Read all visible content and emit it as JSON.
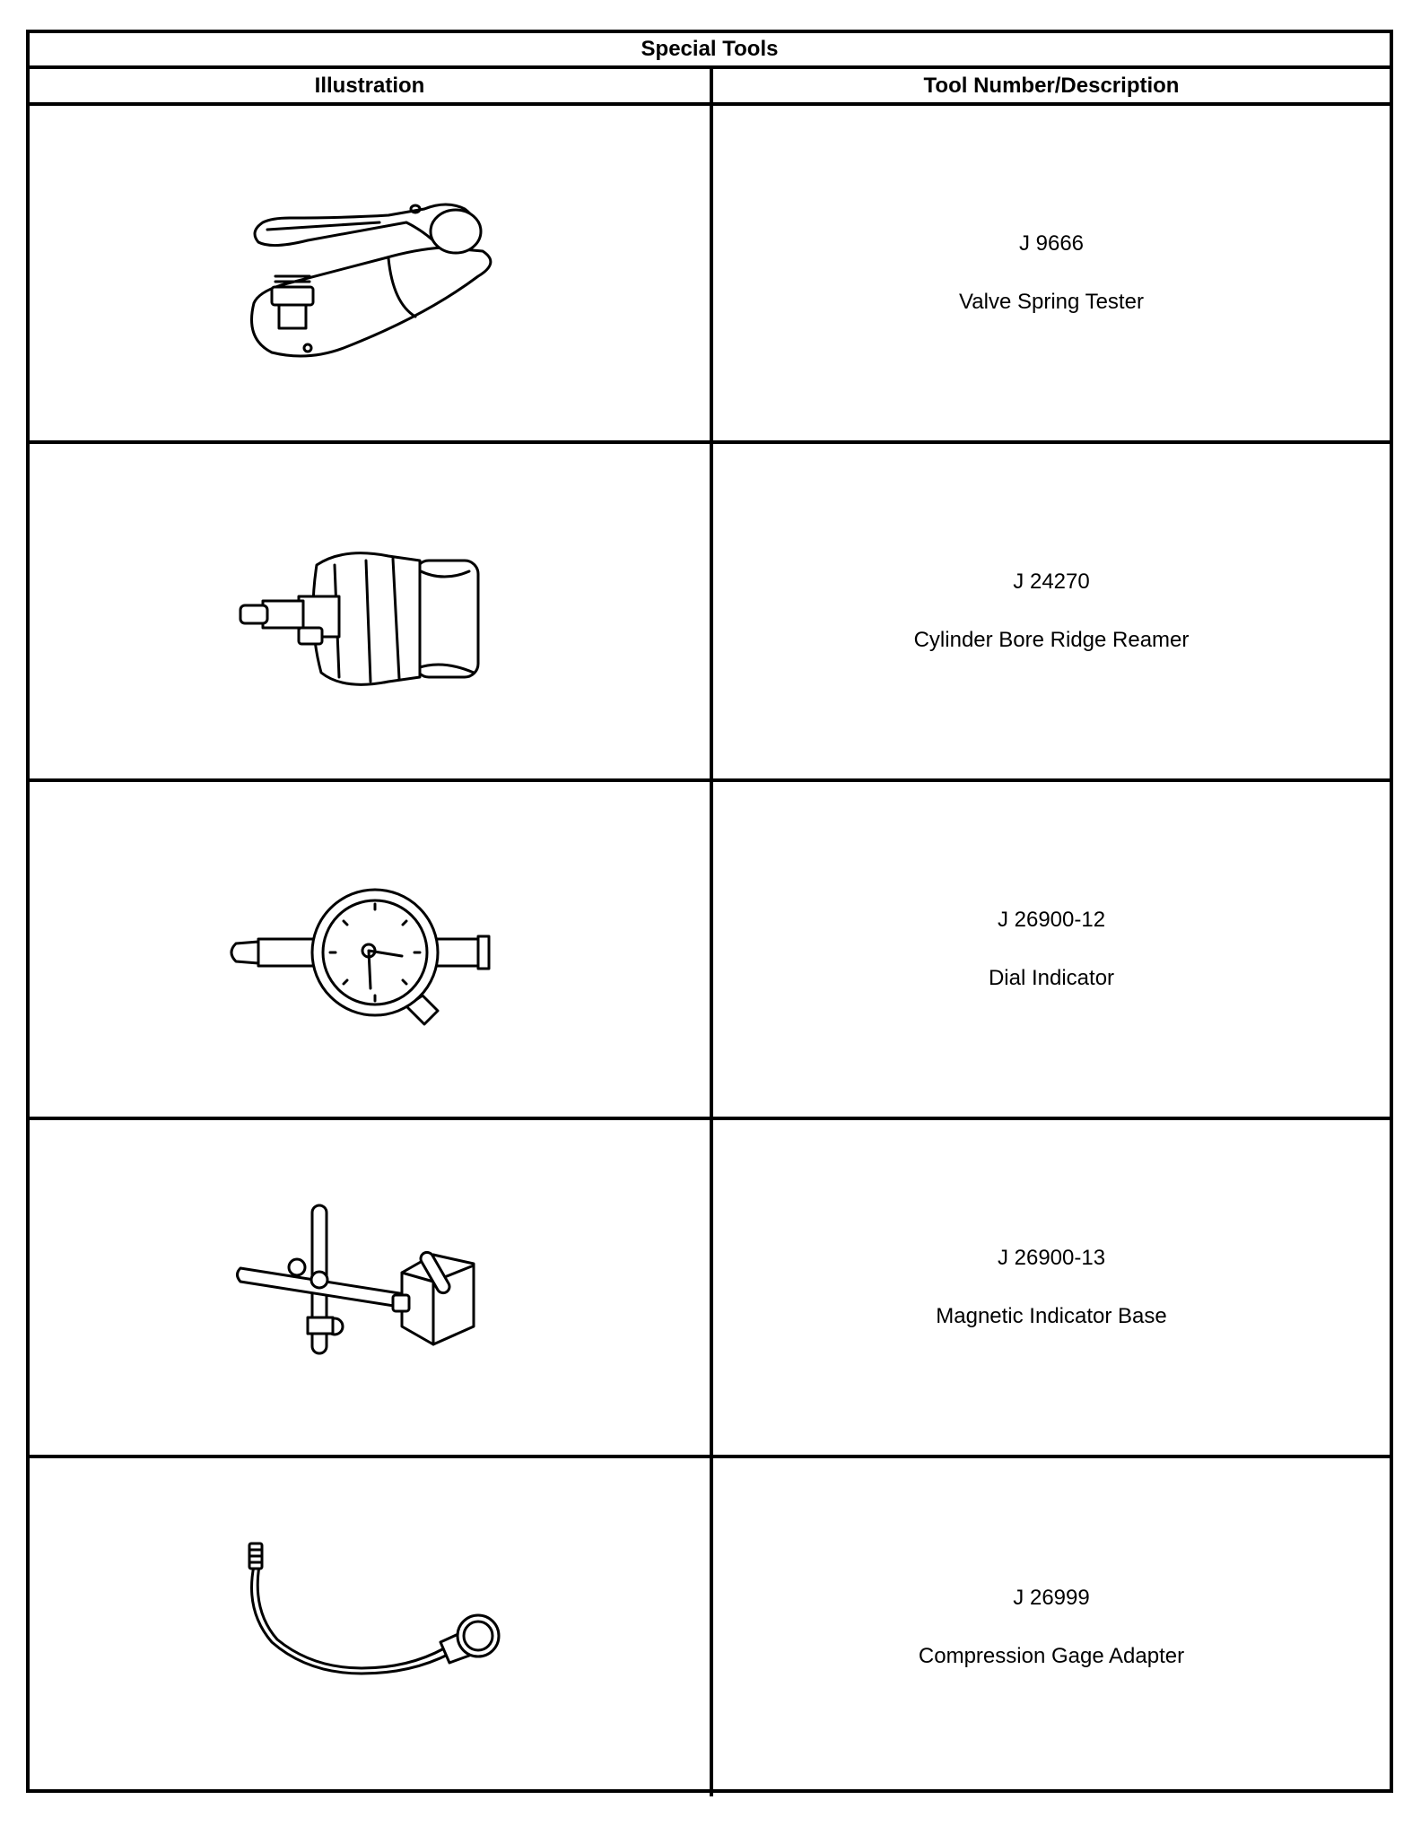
{
  "table": {
    "title": "Special Tools",
    "headers": {
      "illustration": "Illustration",
      "description": "Tool Number/Description"
    },
    "rows": [
      {
        "tool_number": "J 9666",
        "description": "Valve Spring Tester",
        "icon": "valve-spring-tester-icon"
      },
      {
        "tool_number": "J 24270",
        "description": "Cylinder Bore Ridge Reamer",
        "icon": "ridge-reamer-icon"
      },
      {
        "tool_number": "J 26900-12",
        "description": "Dial Indicator",
        "icon": "dial-indicator-icon"
      },
      {
        "tool_number": "J 26900-13",
        "description": "Magnetic Indicator Base",
        "icon": "magnetic-base-icon"
      },
      {
        "tool_number": "J 26999",
        "description": "Compression Gage Adapter",
        "icon": "compression-gage-icon"
      }
    ]
  }
}
